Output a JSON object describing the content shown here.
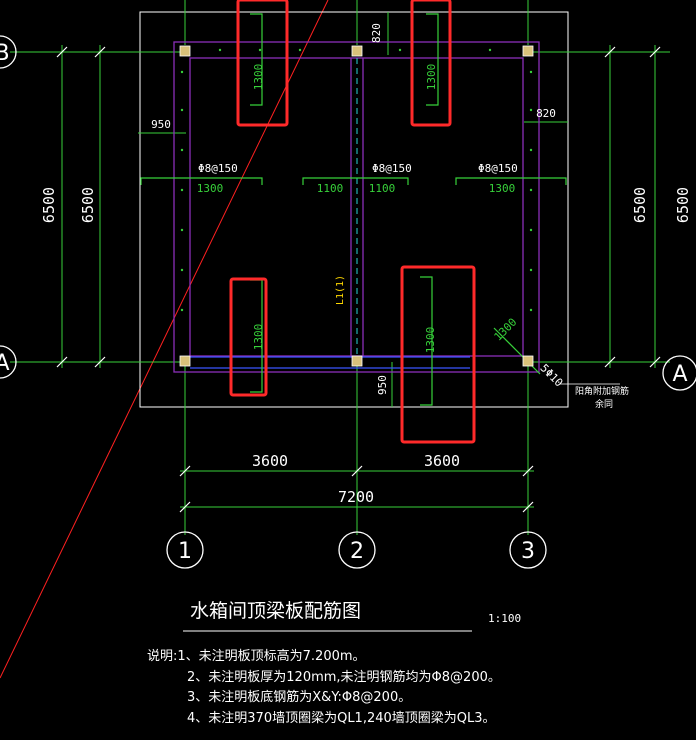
{
  "drawing": {
    "title": "水箱间顶梁板配筋图",
    "scale": "1:100",
    "notes": [
      "说明:1、未注明板顶标高为7.200m。",
      "2、未注明板厚为120mm,未注明钢筋均为Φ8@200。",
      "3、未注明板底钢筋为X&Y:Φ8@200。",
      "4、未注明370墙顶圈梁为QL1,240墙顶圈梁为QL3。"
    ]
  },
  "axes": {
    "col_1": "1",
    "col_2": "2",
    "col_3": "3",
    "row_B": "B",
    "row_A": "A"
  },
  "dimensions": {
    "span_left": "3600",
    "span_right": "3600",
    "total": "7200",
    "height_left_outer": "6500",
    "height_left_inner": "6500",
    "height_right_inner": "6500",
    "height_right_outer": "6500",
    "offset_left": "950",
    "offset_bottom": "950",
    "offset_top": "820",
    "offset_right": "820"
  },
  "rebar": {
    "spec_left": "Φ8@150",
    "spec_mid": "Φ8@150",
    "spec_right": "Φ8@150",
    "len_left": "1300",
    "len_mid_l": "1100",
    "len_mid_r": "1100",
    "len_right": "1300",
    "len_top_l": "1300",
    "len_top_r": "1300",
    "len_bot_l": "1300",
    "len_bot_r": "1300",
    "len_diag": "1300",
    "corner_label": "5Φ10",
    "corner_note_1": "阳角附加钢筋",
    "corner_note_2": "余同"
  },
  "beam_label": "L1(1)",
  "colors": {
    "dimension": "#37d13a",
    "highlight": "#ff2a2a",
    "slab_edge": "#8a2fb8",
    "rebar": "#37d13a",
    "column": "#d9c27a"
  }
}
